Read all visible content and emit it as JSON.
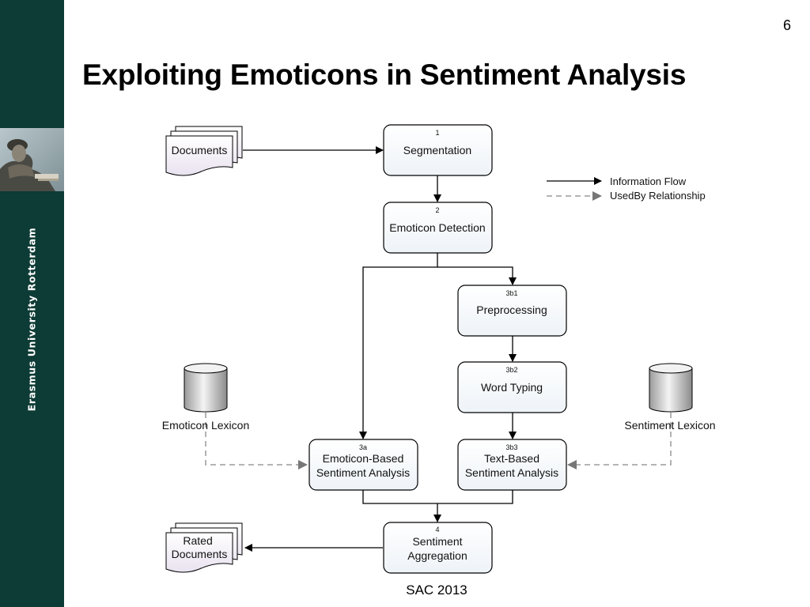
{
  "slide": {
    "page_number": "6",
    "title": "Exploiting Emoticons in Sentiment Analysis",
    "footer": "SAC 2013",
    "sidebar_text": "Erasmus University Rotterdam",
    "sidebar_color": "#0d3b35"
  },
  "diagram": {
    "documents_input": "Documents",
    "rated_documents": [
      "Rated",
      "Documents"
    ],
    "steps": {
      "segmentation": {
        "num": "1",
        "label": [
          "Segmentation"
        ]
      },
      "emoticon_detection": {
        "num": "2",
        "label": [
          "Emoticon Detection"
        ]
      },
      "preprocessing": {
        "num": "3b1",
        "label": [
          "Preprocessing"
        ]
      },
      "word_typing": {
        "num": "3b2",
        "label": [
          "Word Typing"
        ]
      },
      "emoticon_sentiment": {
        "num": "3a",
        "label": [
          "Emoticon-Based",
          "Sentiment Analysis"
        ]
      },
      "text_sentiment": {
        "num": "3b3",
        "label": [
          "Text-Based",
          "Sentiment Analysis"
        ]
      },
      "aggregation": {
        "num": "4",
        "label": [
          "Sentiment",
          "Aggregation"
        ]
      }
    },
    "lexicons": {
      "emoticon": "Emoticon Lexicon",
      "sentiment": "Sentiment Lexicon"
    },
    "legend": {
      "information_flow": "Information Flow",
      "usedby": "UsedBy Relationship"
    }
  }
}
